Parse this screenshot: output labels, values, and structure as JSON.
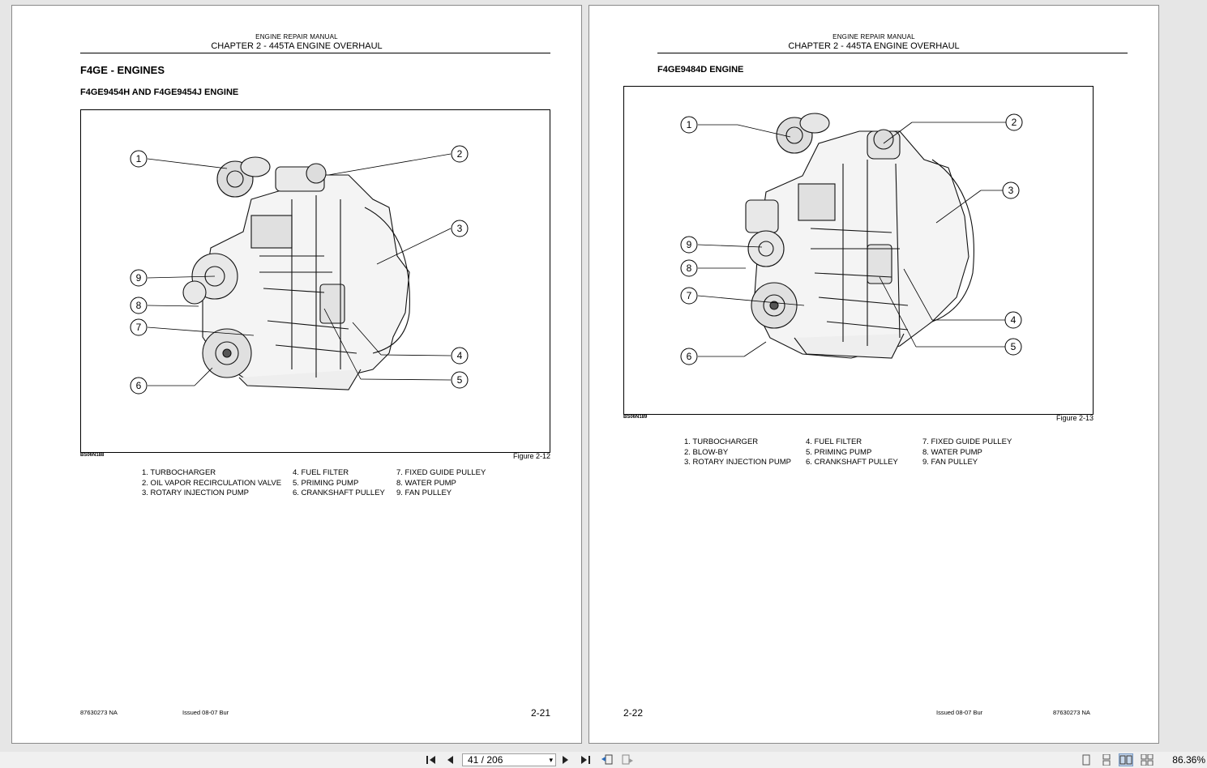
{
  "left_page": {
    "header_manual": "ENGINE REPAIR MANUAL",
    "header_chapter": "CHAPTER 2 - 445TA ENGINE OVERHAUL",
    "title": "F4GE - ENGINES",
    "subtitle": "F4GE9454H AND F4GE9454J ENGINE",
    "figure_code": "BS06N188",
    "figure_label": "Figure 2-12",
    "callouts": [
      "1",
      "2",
      "3",
      "4",
      "5",
      "6",
      "7",
      "8",
      "9"
    ],
    "legend": [
      [
        "1.  TURBOCHARGER",
        "2.  OIL VAPOR RECIRCULATION VALVE",
        "3.  ROTARY INJECTION PUMP"
      ],
      [
        "4.  FUEL FILTER",
        "5.  PRIMING PUMP",
        "6.  CRANKSHAFT PULLEY"
      ],
      [
        "7.  FIXED GUIDE PULLEY",
        "8.  WATER PUMP",
        "9.  FAN PULLEY"
      ]
    ],
    "footer_doc": "87630273 NA",
    "footer_issued": "Issued 08-07    Bur",
    "page_number": "2-21"
  },
  "right_page": {
    "header_manual": "ENGINE REPAIR MANUAL",
    "header_chapter": "CHAPTER 2 - 445TA ENGINE OVERHAUL",
    "subtitle": "F4GE9484D ENGINE",
    "figure_code": "BS06N189",
    "figure_label": "Figure 2-13",
    "callouts": [
      "1",
      "2",
      "3",
      "4",
      "5",
      "6",
      "7",
      "8",
      "9"
    ],
    "legend": [
      [
        "1.  TURBOCHARGER",
        "2.  BLOW-BY",
        "3.  ROTARY INJECTION PUMP"
      ],
      [
        "4.  FUEL FILTER",
        "5.  PRIMING PUMP",
        "6.  CRANKSHAFT PULLEY"
      ],
      [
        "7.  FIXED GUIDE PULLEY",
        "8.  WATER PUMP",
        "9.  FAN PULLEY"
      ]
    ],
    "footer_doc": "87630273 NA",
    "footer_issued": "Issued 08-07    Bur",
    "page_number": "2-22"
  },
  "toolbar": {
    "page_indicator": "41 / 206",
    "zoom": "86.36%",
    "icons": [
      "first-page-icon",
      "previous-page-icon",
      "next-page-icon",
      "last-page-icon",
      "back-view-icon",
      "forward-view-icon",
      "single-page-icon",
      "continuous-icon",
      "facing-pages-icon",
      "continuous-facing-icon"
    ]
  }
}
